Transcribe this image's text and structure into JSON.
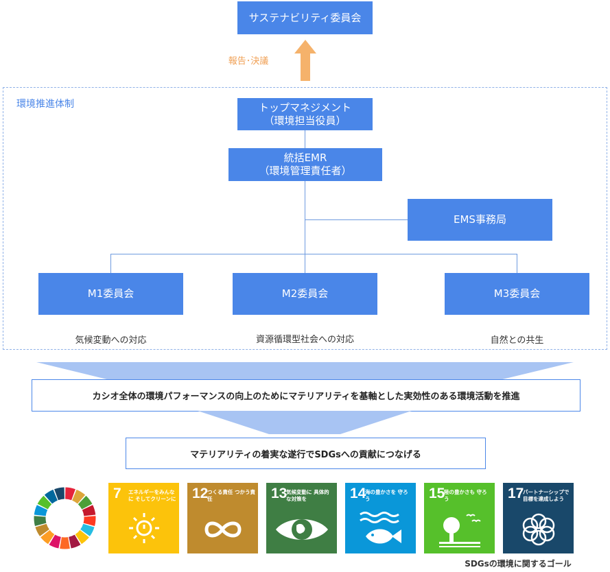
{
  "committee": {
    "title": "サステナビリティ委員会"
  },
  "report_label": "報告･決議",
  "frame_title": "環境推進体制",
  "top_mgmt": {
    "line1": "トップマネジメント",
    "line2": "（環境担当役員）"
  },
  "emr": {
    "line1": "統括EMR",
    "line2": "（環境管理責任者）"
  },
  "ems_office": "EMS事務局",
  "committees": [
    {
      "name": "M1委員会",
      "desc": "気候変動への対応"
    },
    {
      "name": "M2委員会",
      "desc": "資源循環型社会への対応"
    },
    {
      "name": "M3委員会",
      "desc": "自然との共生"
    }
  ],
  "message1": "カシオ全体の環境パフォーマンスの向上のためにマテリアリティを基軸とした実効性のある環境活動を推進",
  "message2": "マテリアリティの着実な遂行でSDGsへの貢献につなげる",
  "sdgs": [
    {
      "number": "7",
      "text": "エネルギーをみんなに そしてクリーンに",
      "color": "#fcc30b",
      "icon": "sun-icon"
    },
    {
      "number": "12",
      "text": "つくる責任 つかう責任",
      "color": "#bf8b2e",
      "icon": "infinity-icon"
    },
    {
      "number": "13",
      "text": "気候変動に 具体的な対策を",
      "color": "#3f7e44",
      "icon": "eye-globe-icon"
    },
    {
      "number": "14",
      "text": "海の豊かさを 守ろう",
      "color": "#0a97d9",
      "icon": "fish-icon"
    },
    {
      "number": "15",
      "text": "陸の豊かさも 守ろう",
      "color": "#56c02b",
      "icon": "tree-icon"
    },
    {
      "number": "17",
      "text": "パートナーシップで 目標を達成しよう",
      "color": "#19486a",
      "icon": "flower-icon"
    }
  ],
  "sdg_caption": "SDGsの環境に関するゴール",
  "colors": {
    "box": "#4a86e8",
    "arrow": "#f5b26b",
    "banner": "#a8c4f3",
    "frame": "#6e9adf"
  }
}
